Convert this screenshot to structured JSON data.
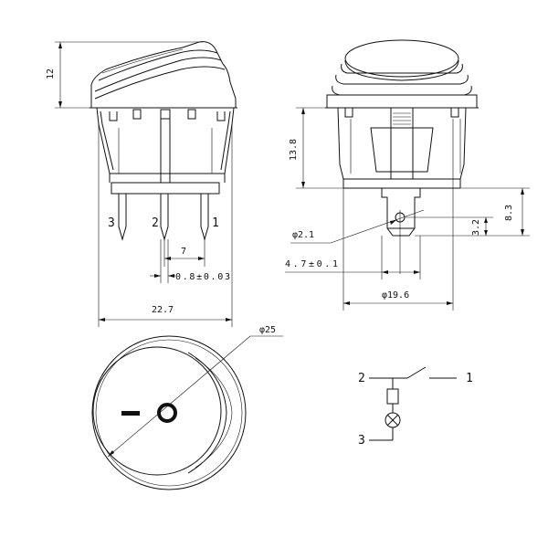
{
  "side_view": {
    "height_dim": "12",
    "pin_labels": [
      "3",
      "2",
      "1"
    ],
    "pitch_dim": "7",
    "pin_width_dim": "0.8±0.03",
    "width_dim": "22.7"
  },
  "front_view": {
    "body_height_dim": "13.8",
    "hole_dia_dim": "φ2.1",
    "tab_width_dim": "4.7±0.1",
    "body_dia_dim": "φ19.6",
    "tab_length_dim": "8.3",
    "hole_offset_dim": "3.2"
  },
  "top_view": {
    "bezel_dia_dim": "φ25",
    "off_symbol": "–",
    "on_symbol": "O"
  },
  "schematic": {
    "terminal_labels": [
      "2",
      "1",
      "3"
    ]
  }
}
